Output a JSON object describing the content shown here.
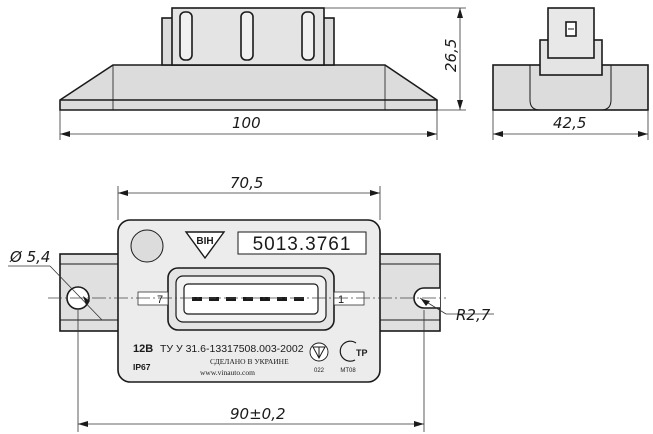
{
  "dimensions": {
    "front_width": "100",
    "height": "26,5",
    "side_width": "42,5",
    "body_width": "70,5",
    "hole_diameter": "Ø 5,4",
    "slot_radius": "R2,7",
    "hole_spacing": "90±0,2"
  },
  "label": {
    "part_number": "5013.3761",
    "logo_text": "ВІН",
    "voltage": "12В",
    "spec": "ТУ У 31.6-13317508.003-2002",
    "made_in": "СДЕЛАНО В УКРАИНЕ",
    "ip_rating": "IP67",
    "website": "www.vinauto.com",
    "cert_left_code": "022",
    "cert_right_mark": "ТР",
    "cert_right_code": "МТ08",
    "pin_left": "7",
    "pin_right": "1"
  }
}
